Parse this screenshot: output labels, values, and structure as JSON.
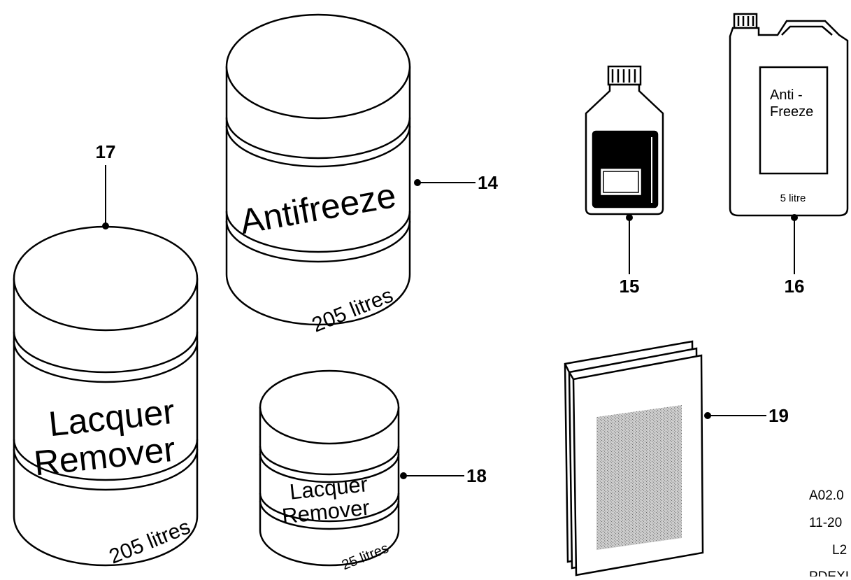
{
  "callouts": {
    "drum_antifreeze": "14",
    "bottle": "15",
    "jerrycan": "16",
    "drum_lacquer_large": "17",
    "drum_lacquer_small": "18",
    "booklet": "19"
  },
  "drum_antifreeze": {
    "label": "Antifreeze",
    "volume": "205 litres"
  },
  "drum_lacquer_large": {
    "label_line1": "Lacquer",
    "label_line2": "Remover",
    "volume": "205 litres"
  },
  "drum_lacquer_small": {
    "label_line1": "Lacquer",
    "label_line2": "Remover",
    "volume": "25 litres"
  },
  "jerrycan": {
    "label_line1": "Anti -",
    "label_line2": "Freeze",
    "volume": "5 litre"
  },
  "reference": {
    "line1": "A02.0",
    "line2": "11-20",
    "line3": "L2",
    "line4": "PDEXI"
  }
}
